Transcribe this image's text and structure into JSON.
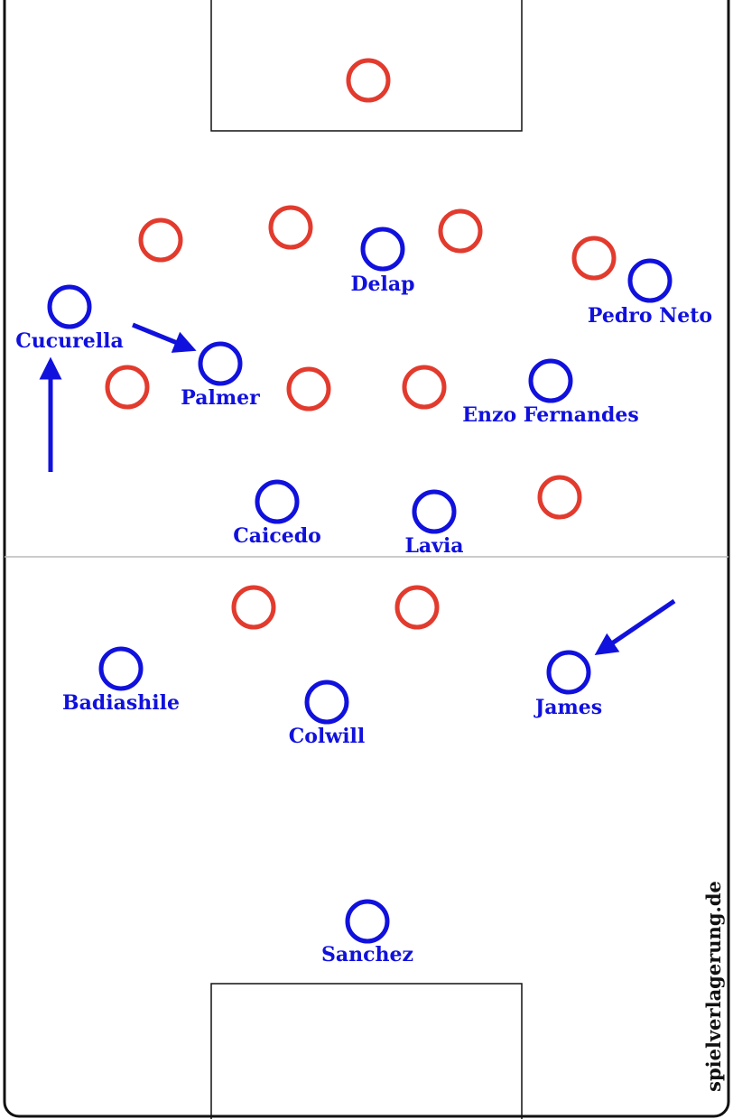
{
  "watermark": "spielverlagerung.de",
  "colors": {
    "blue_team": "#1111dd",
    "red_team": "#e23b2e",
    "lines": "#111111",
    "halfway": "#bbbbbb"
  },
  "blue_players": [
    {
      "label": "Delap"
    },
    {
      "label": "Pedro Neto"
    },
    {
      "label": "Cucurella"
    },
    {
      "label": "Palmer"
    },
    {
      "label": "Enzo Fernandes"
    },
    {
      "label": "Caicedo"
    },
    {
      "label": "Lavia"
    },
    {
      "label": "Badiashile"
    },
    {
      "label": "Colwill"
    },
    {
      "label": "James"
    },
    {
      "label": "Sanchez"
    }
  ],
  "red_players_count": 11
}
